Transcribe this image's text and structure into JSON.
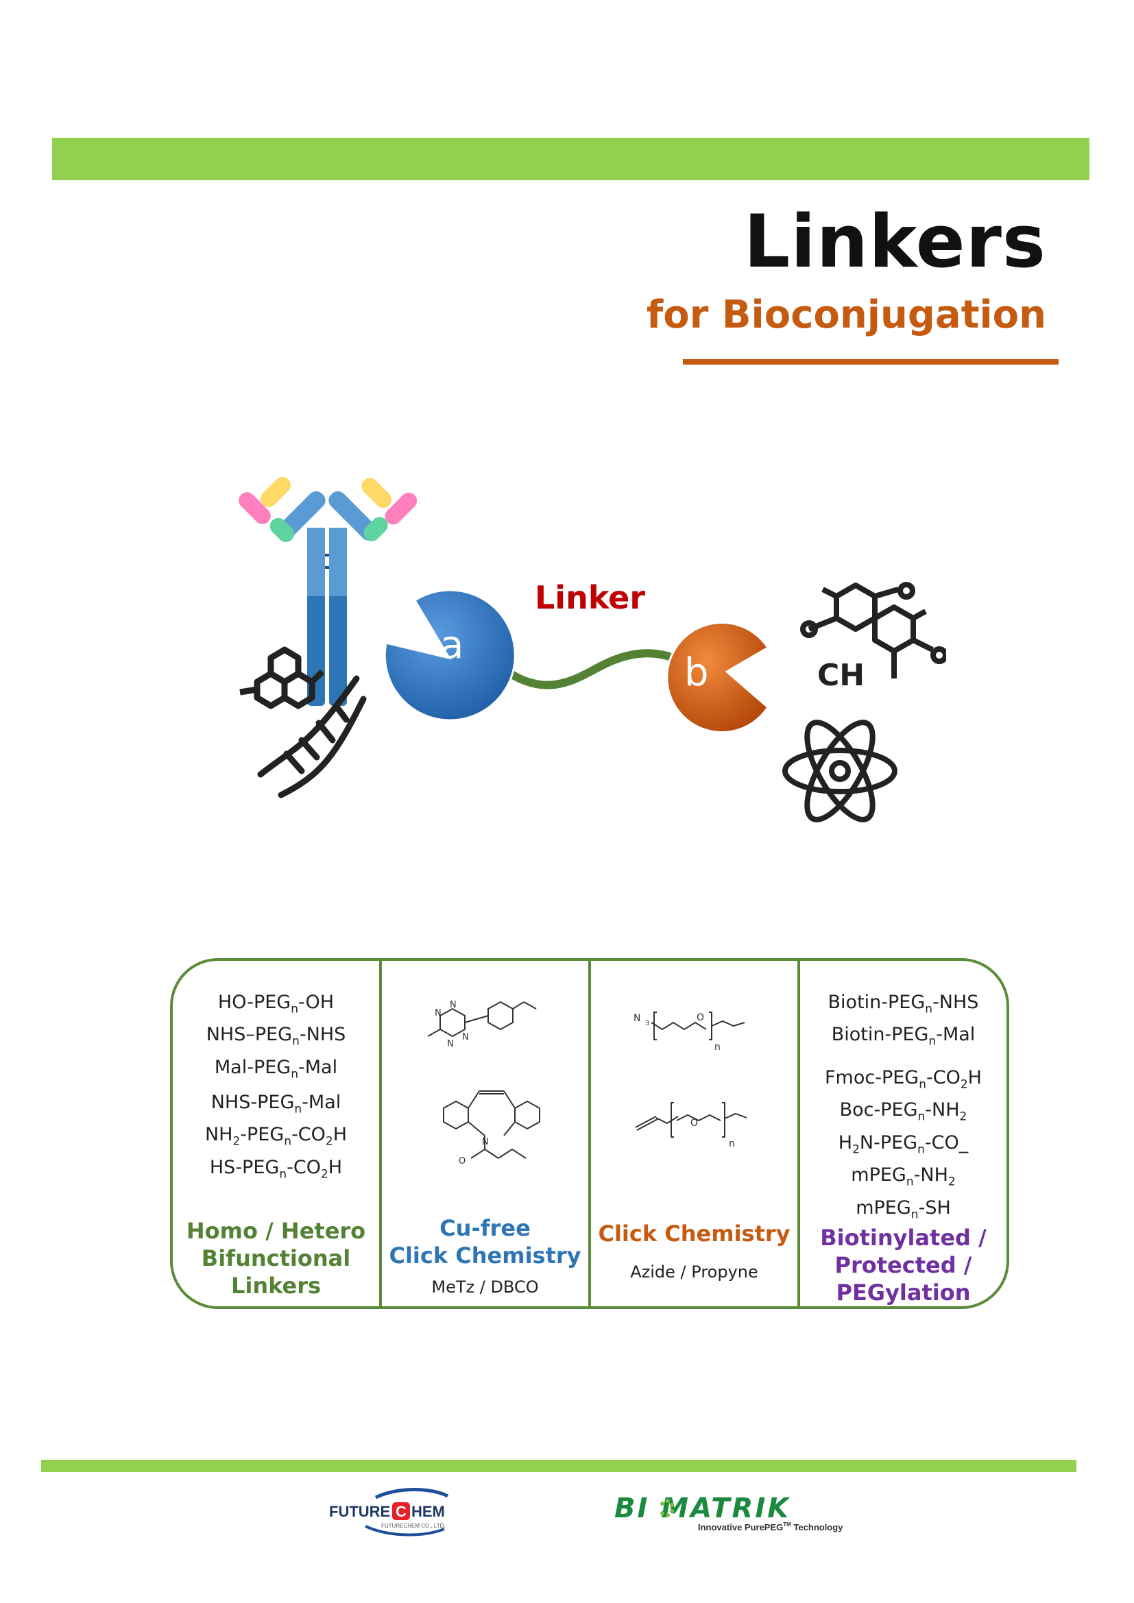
{
  "header": {
    "title": "Linkers",
    "subtitle": "for Bioconjugation"
  },
  "hero": {
    "linker_label": "Linker",
    "end_a": "a",
    "end_b": "b",
    "molecule_label": "CH"
  },
  "columns": [
    {
      "formulas_group1": [
        [
          "HO-PEG",
          "n",
          "-OH"
        ],
        [
          "NHS–PEG",
          "n",
          "-NHS"
        ],
        [
          "Mal-PEG",
          "n",
          "-Mal"
        ]
      ],
      "formulas_group2": [
        [
          "NH",
          "",
          "S-PEG",
          "n",
          "-Mal"
        ]
      ],
      "title_lines": [
        "Homo / Hetero",
        "Bifunctional",
        "Linkers"
      ]
    },
    {
      "structure_labels": [
        "N",
        "N",
        "N",
        "N",
        "N",
        "O"
      ],
      "title_lines": [
        "Cu-free",
        "Click Chemistry"
      ],
      "subtitle": "MeTz / DBCO"
    },
    {
      "structure_labels": [
        "N",
        "3",
        "O",
        "n",
        "O",
        "n"
      ],
      "title_lines": [
        "Click Chemistry"
      ],
      "subtitle": "Azide / Propyne"
    },
    {
      "title_lines": [
        "Biotinylated /",
        "Protected /",
        "PEGylation"
      ]
    }
  ],
  "col1_lines": {
    "l4": "NHS-PEG",
    "l4n": "n",
    "l4e": "-Mal",
    "l5a": "NH",
    "l5b": "2",
    "l5c": "-PEG",
    "l5n": "n",
    "l5d": "-CO",
    "l5e": "2",
    "l5f": "H",
    "l6a": "HS-PEG",
    "l6n": "n",
    "l6b": "-CO",
    "l6c": "2",
    "l6d": "H"
  },
  "col4_lines": {
    "b1a": "Biotin-PEG",
    "b1n": "n",
    "b1b": "-NHS",
    "b2a": "Biotin-PEG",
    "b2n": "n",
    "b2b": "-Mal",
    "f1a": "Fmoc-PEG",
    "f1n": "n",
    "f1b": "-CO",
    "f1c": "2",
    "f1d": "H",
    "f2a": "Boc-PEG",
    "f2n": "n",
    "f2b": "-NH",
    "f2c": "2",
    "f3a": "H",
    "f3b": "2",
    "f3c": "N-PEG",
    "f3n": "n",
    "f3d": "-CO_",
    "f4a": "mPEG",
    "f4n": "n",
    "f4b": "-NH",
    "f4c": "2",
    "f5a": "mPEG",
    "f5n": "n",
    "f5b": "-SH"
  },
  "footer": {
    "logo1_a": "FUTURE",
    "logo1_c": "C",
    "logo1_b": "HEM",
    "logo1_sub": "FUTURECHEM CO., LTD.",
    "logo2": "BI MATRIK",
    "logo2_tag_a": "Innovative PurePEG",
    "logo2_tm": "TM",
    "logo2_tag_b": " Technology"
  },
  "colors": {
    "bar_green": "#92d050",
    "accent_orange": "#c55a11",
    "panel_border": "#5b8c3a",
    "blue": "#2e75b6",
    "purple": "#7030a0",
    "linker_red": "#c00000"
  }
}
